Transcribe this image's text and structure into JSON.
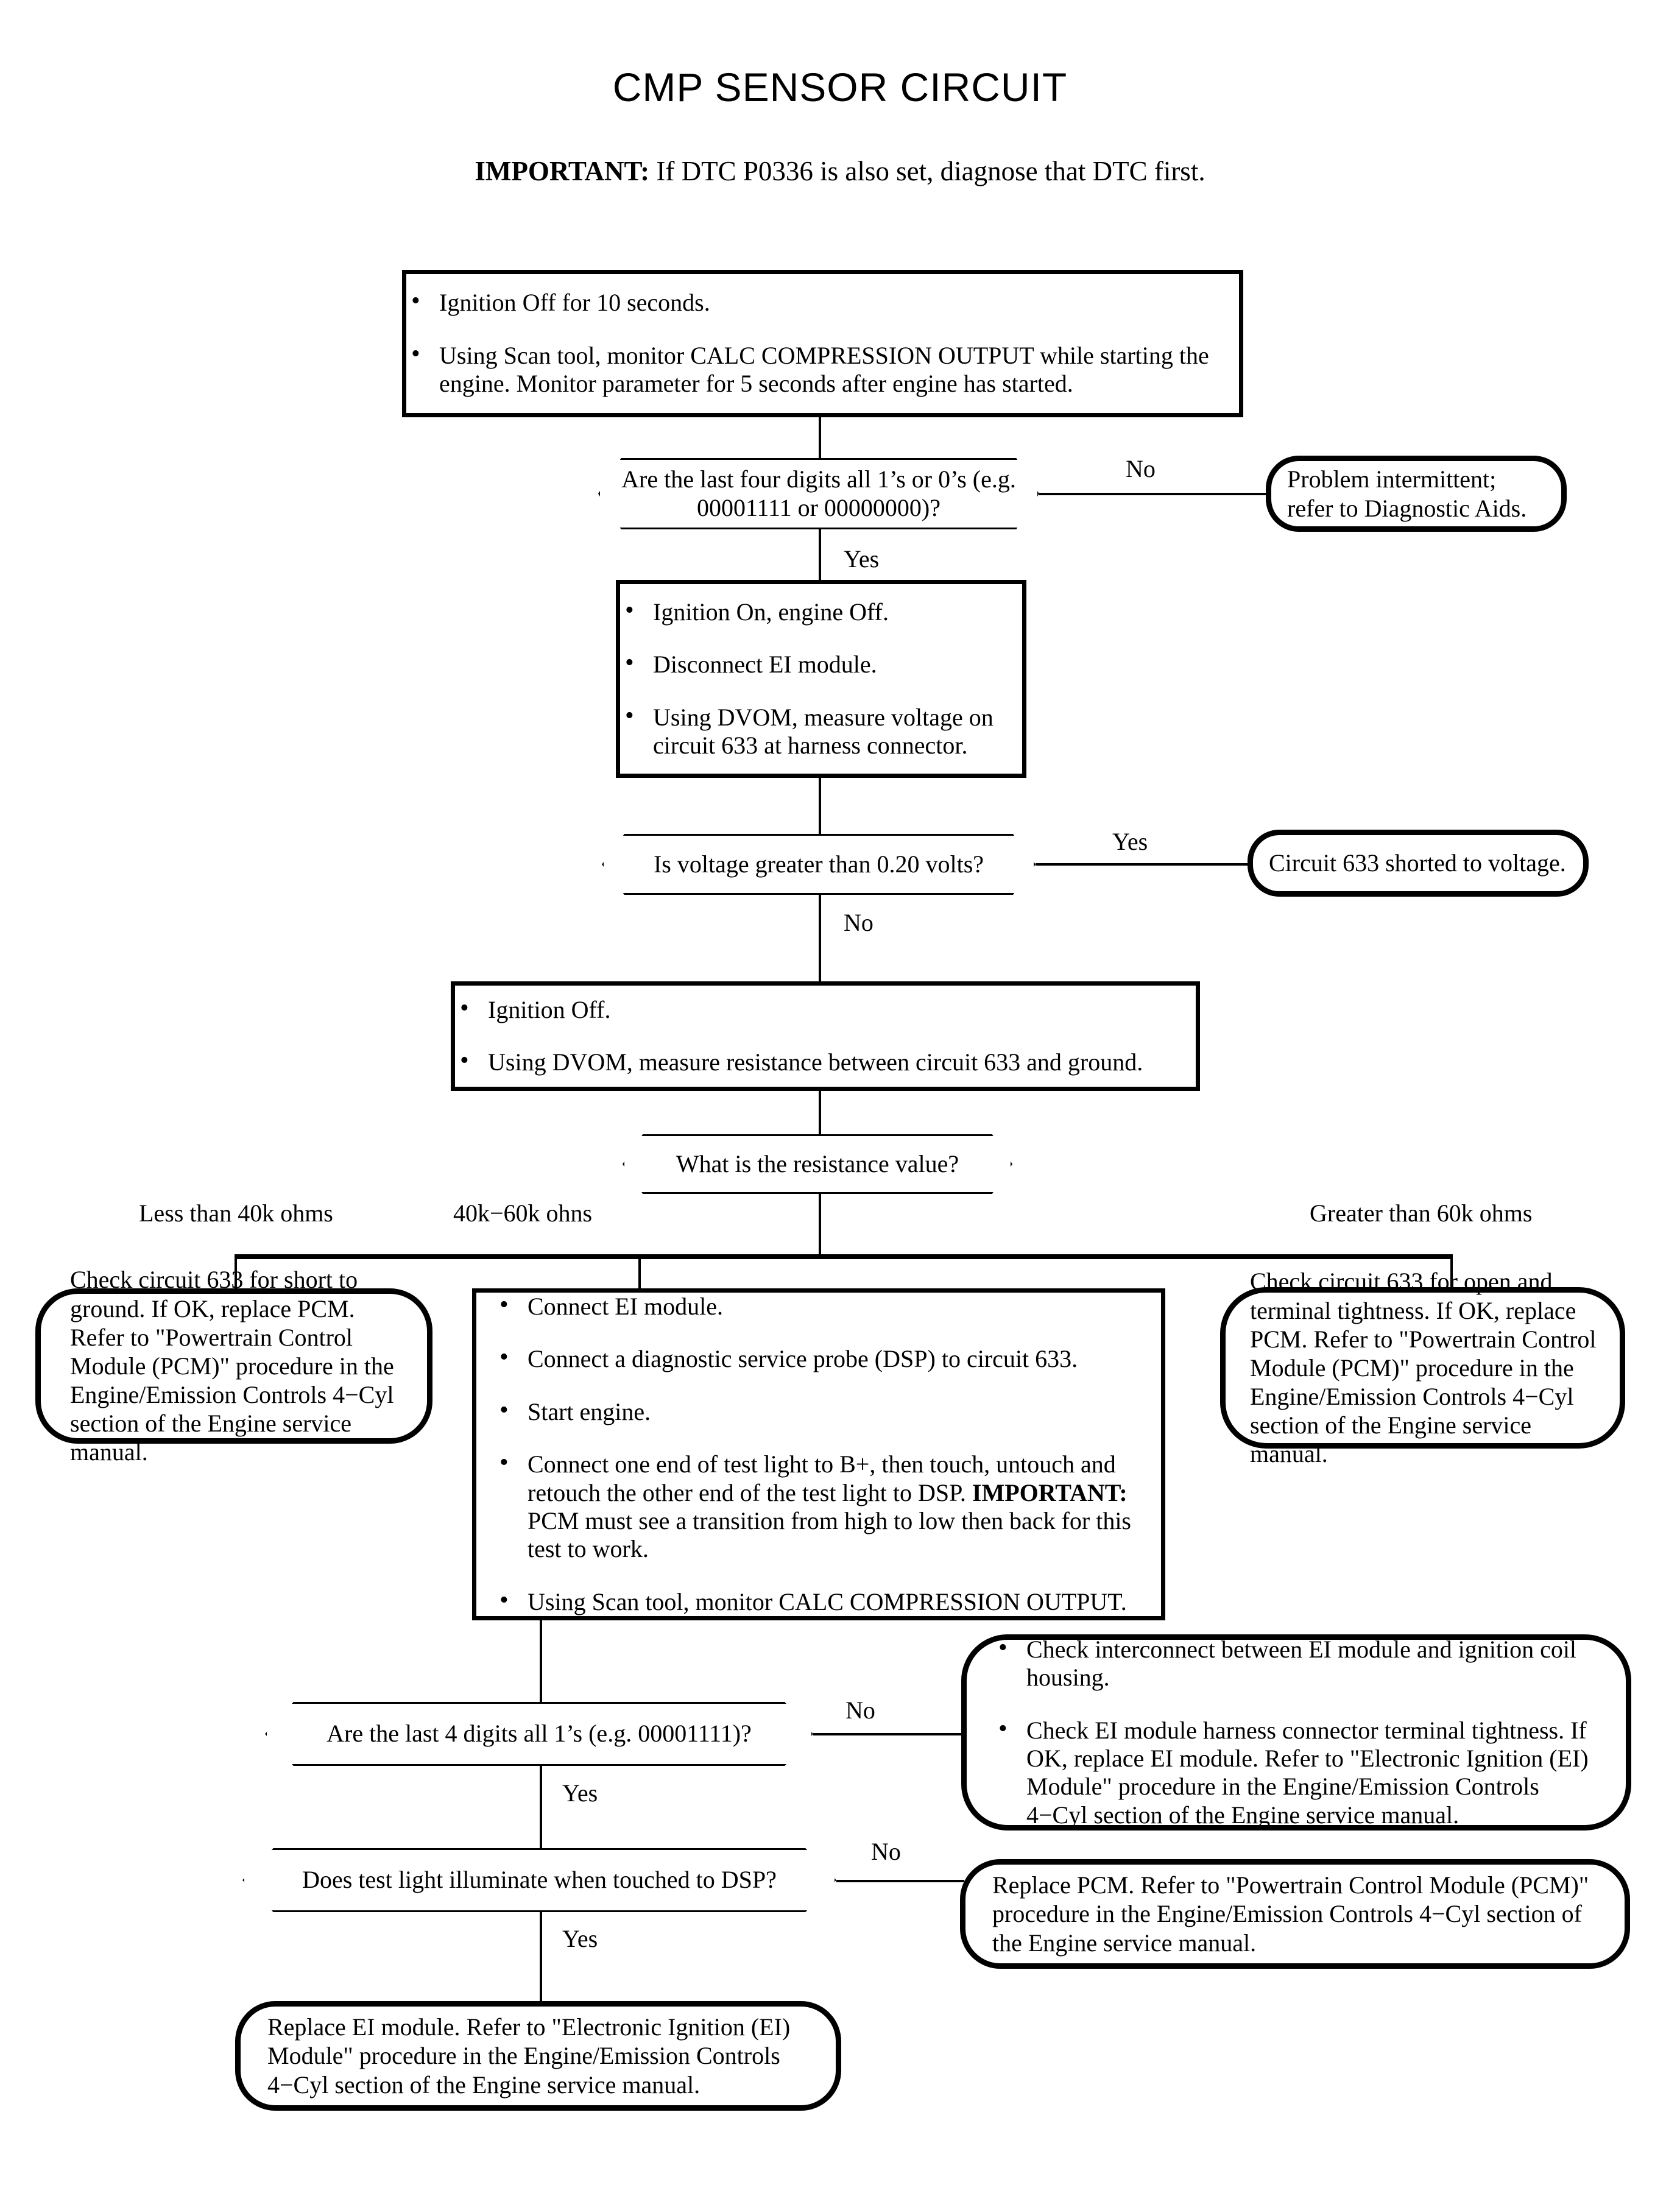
{
  "page": {
    "title": "CMP SENSOR CIRCUIT",
    "important_label": "IMPORTANT:",
    "important_text": "If DTC P0336 is also set, diagnose that DTC first."
  },
  "nodes": {
    "step1": {
      "type": "process",
      "bullets": [
        "Ignition Off for 10 seconds.",
        "Using Scan tool, monitor CALC COMPRESSION OUTPUT while starting the engine. Monitor parameter for 5 seconds after engine has started."
      ]
    },
    "decision1": {
      "type": "decision",
      "text": "Are the last four digits all 1’s or 0’s (e.g. 00001111 or 00000000)?"
    },
    "terminal1": {
      "type": "terminal",
      "text": "Problem intermittent; refer to Diagnostic Aids."
    },
    "step2": {
      "type": "process",
      "bullets": [
        "Ignition On, engine Off.",
        "Disconnect EI module.",
        "Using DVOM, measure voltage on circuit 633 at harness connector."
      ]
    },
    "decision2": {
      "type": "decision",
      "text": "Is voltage greater than 0.20 volts?"
    },
    "terminal2": {
      "type": "terminal",
      "text": "Circuit 633 shorted to voltage."
    },
    "step3": {
      "type": "process",
      "bullets": [
        "Ignition Off.",
        "Using DVOM, measure resistance between circuit 633 and ground."
      ]
    },
    "decision3": {
      "type": "decision",
      "text": "What is the resistance value?"
    },
    "terminal3": {
      "type": "terminal",
      "text": "Check circuit 633 for short to ground. If OK, replace PCM. Refer to \"Powertrain Control Module (PCM)\" procedure in the Engine/Emission Controls 4−Cyl section of the Engine service manual."
    },
    "step4": {
      "type": "process",
      "bullets": [
        "Connect EI module.",
        "Connect a diagnostic service probe (DSP) to circuit 633.",
        "Start engine.",
        "Connect one end of test light to B+, then touch, untouch and retouch the other end of the test light to DSP.",
        "Using Scan tool, monitor CALC COMPRESSION OUTPUT."
      ],
      "bullet4_important_label": "IMPORTANT:",
      "bullet4_important_text": "PCM must see a transition from high to low then back for this test to work."
    },
    "terminal4": {
      "type": "terminal",
      "text": "Check circuit 633 for open and terminal tightness. If OK, replace PCM. Refer to \"Powertrain Control Module (PCM)\" procedure in the Engine/Emission Controls 4−Cyl section of the Engine service manual."
    },
    "decision4": {
      "type": "decision",
      "text": "Are the last 4 digits all 1’s (e.g. 00001111)?"
    },
    "terminal5": {
      "type": "terminal",
      "bullets": [
        "Check interconnect between EI module and ignition coil housing.",
        "Check EI module harness connector terminal tightness. If OK, replace EI module. Refer to \"Electronic Ignition (EI) Module\" procedure in the Engine/Emission Controls 4−Cyl section of the Engine service manual."
      ]
    },
    "decision5": {
      "type": "decision",
      "text": "Does test light illuminate when touched to DSP?"
    },
    "terminal6": {
      "type": "terminal",
      "text": "Replace PCM. Refer to \"Powertrain Control Module (PCM)\" procedure in the Engine/Emission Controls 4−Cyl section of the Engine service manual."
    },
    "terminal7": {
      "type": "terminal",
      "text": "Replace EI module. Refer to \"Electronic Ignition (EI) Module\" procedure in the Engine/Emission Controls 4−Cyl section of the Engine service manual."
    }
  },
  "edges": {
    "d1_no": "No",
    "d1_yes": "Yes",
    "d2_yes": "Yes",
    "d2_no": "No",
    "d3_left": "Less than 40k ohms",
    "d3_mid": "40k−60k ohns",
    "d3_right": "Greater than 60k ohms",
    "d4_no": "No",
    "d4_yes": "Yes",
    "d5_no": "No",
    "d5_yes": "Yes"
  }
}
